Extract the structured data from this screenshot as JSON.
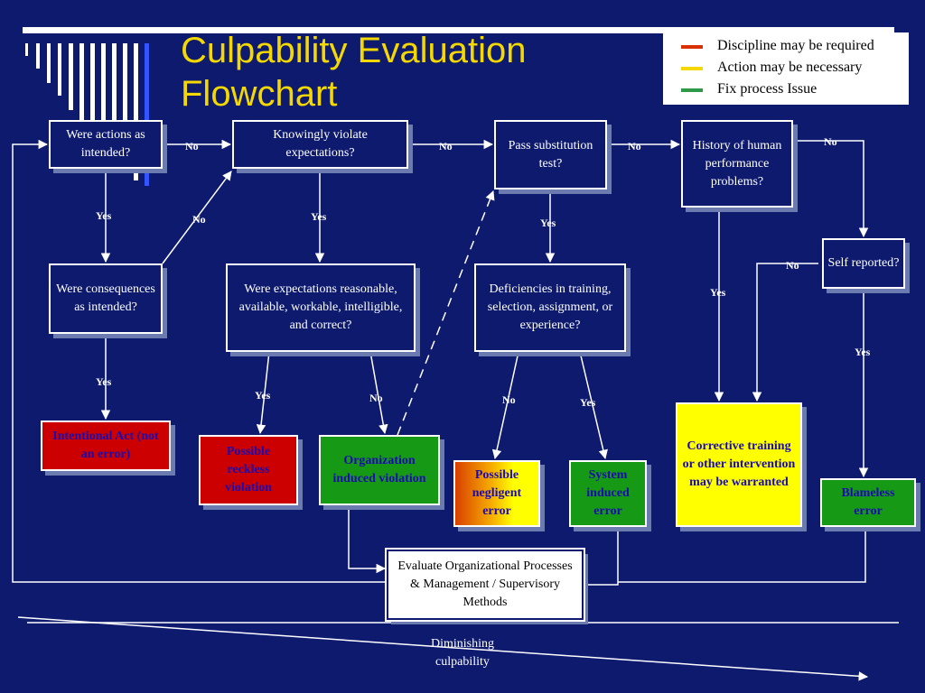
{
  "title": {
    "line1": "Culpability Evaluation",
    "line2": "Flowchart"
  },
  "legend": [
    {
      "label": "Discipline may be required",
      "color": "#d83000"
    },
    {
      "label": "Action may be necessary",
      "color": "#f5d800"
    },
    {
      "label": "Fix process Issue",
      "color": "#2e9a4a"
    }
  ],
  "nodes": {
    "actions": "Were actions as intended?",
    "knowingly": "Knowingly violate expectations?",
    "substitution": "Pass substitution test?",
    "history": "History of human performance problems?",
    "consequences": "Were consequences as intended?",
    "expectations": "Were expectations reasonable, available, workable, intelligible, and correct?",
    "deficiencies": "Deficiencies in training, selection, assignment, or experience?",
    "self_reported": "Self reported?",
    "intentional": "Intentional Act (not an error)",
    "reckless": "Possible reckless violation",
    "org_induced": "Organization induced violation",
    "negligent": "Possible negligent error",
    "system_induced": "System induced error",
    "corrective": "Corrective training or other intervention may be warranted",
    "blameless": "Blameless error",
    "evaluate": "Evaluate Organizational Processes & Management / Supervisory Methods"
  },
  "labels": {
    "no": "No",
    "yes": "Yes"
  },
  "footer": {
    "diminishing": "Diminishing culpability"
  }
}
